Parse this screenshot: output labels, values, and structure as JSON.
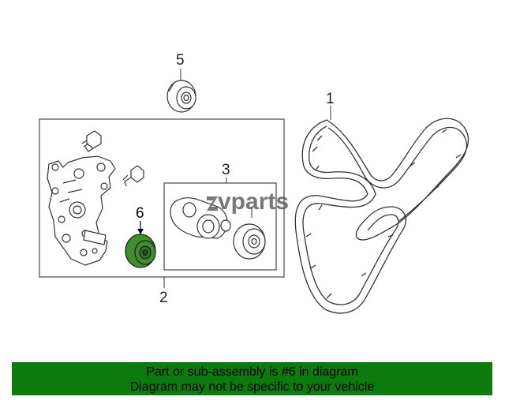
{
  "diagram": {
    "callouts": {
      "belt": "1",
      "bracket_assembly": "2",
      "tensioner_assembly": "3",
      "idler_pulley_top": "5",
      "highlighted_pulley": "6"
    },
    "watermark": "vparts",
    "highlight_color": "#3f8f2e"
  },
  "banner": {
    "line1": "Part or sub-assembly is #6 in diagram",
    "line2": "Diagram may not be specific to your vehicle",
    "background": "#0d7a0d"
  }
}
